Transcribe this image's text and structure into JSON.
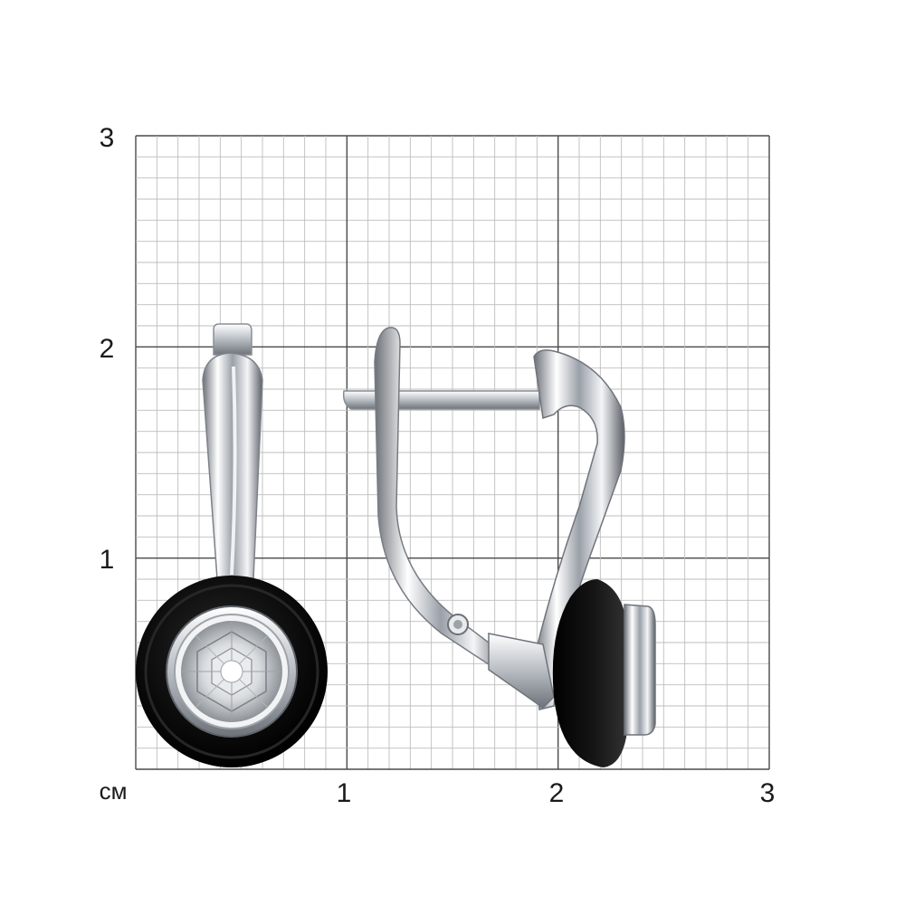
{
  "ruler": {
    "unit": "см",
    "x_ticks": [
      "1",
      "2",
      "3"
    ],
    "y_ticks": [
      "3",
      "2",
      "1"
    ],
    "range_cm": [
      0,
      3
    ],
    "minor_divisions": 10
  },
  "colors": {
    "background": "#ffffff",
    "grid_minor": "#bdbdbd",
    "grid_major": "#4a4a4a",
    "ceramic": "#0a0a0a",
    "metal": "#c9cdd2",
    "metal_highlight": "#ffffff",
    "metal_shadow": "#5f646b"
  },
  "items": [
    {
      "name": "earring-front-view",
      "icon": "earring-with-black-ceramic-and-clear-stone"
    },
    {
      "name": "earring-side-view",
      "icon": "earring-lever-back-side-profile"
    }
  ]
}
